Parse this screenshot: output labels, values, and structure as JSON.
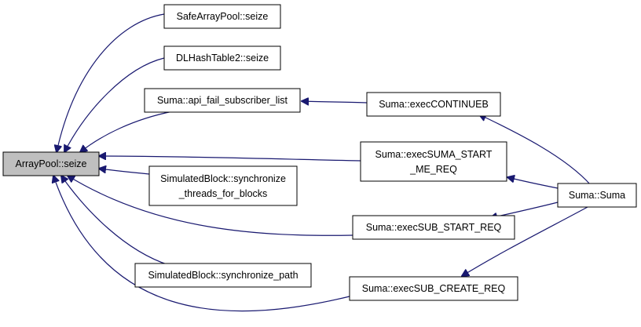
{
  "diagram": {
    "nodes": {
      "array_pool_seize": [
        "ArrayPool::seize"
      ],
      "safe_array_pool_seize": [
        "SafeArrayPool::seize"
      ],
      "dl_hash_table2_seize": [
        "DLHashTable2::seize"
      ],
      "suma_api_fail_subscriber_list": [
        "Suma::api_fail_subscriber_list"
      ],
      "simulated_block_synchronize_threads_for_blocks": [
        "SimulatedBlock::synchronize",
        "_threads_for_blocks"
      ],
      "simulated_block_synchronize_path": [
        "SimulatedBlock::synchronize_path"
      ],
      "suma_exec_continueb": [
        "Suma::execCONTINUEB"
      ],
      "suma_exec_suma_start_me_req": [
        "Suma::execSUMA_START",
        "_ME_REQ"
      ],
      "suma_exec_sub_start_req": [
        "Suma::execSUB_START_REQ"
      ],
      "suma_exec_sub_create_req": [
        "Suma::execSUB_CREATE_REQ"
      ],
      "suma_suma": [
        "Suma::Suma"
      ]
    },
    "edges": [
      {
        "from": "safe_array_pool_seize",
        "to": "array_pool_seize"
      },
      {
        "from": "dl_hash_table2_seize",
        "to": "array_pool_seize"
      },
      {
        "from": "suma_api_fail_subscriber_list",
        "to": "array_pool_seize"
      },
      {
        "from": "suma_exec_suma_start_me_req",
        "to": "array_pool_seize"
      },
      {
        "from": "simulated_block_synchronize_threads_for_blocks",
        "to": "array_pool_seize"
      },
      {
        "from": "suma_exec_sub_start_req",
        "to": "array_pool_seize"
      },
      {
        "from": "simulated_block_synchronize_path",
        "to": "array_pool_seize"
      },
      {
        "from": "suma_exec_sub_create_req",
        "to": "array_pool_seize"
      },
      {
        "from": "suma_exec_continueb",
        "to": "suma_api_fail_subscriber_list"
      },
      {
        "from": "suma_suma",
        "to": "suma_exec_continueb"
      },
      {
        "from": "suma_suma",
        "to": "suma_exec_suma_start_me_req"
      },
      {
        "from": "suma_suma",
        "to": "suma_exec_sub_start_req"
      },
      {
        "from": "suma_suma",
        "to": "suma_exec_sub_create_req"
      }
    ],
    "colors": {
      "edge": "#191970",
      "root_fill": "#bfbfbf",
      "node_fill": "#ffffff",
      "border": "#000000"
    }
  }
}
